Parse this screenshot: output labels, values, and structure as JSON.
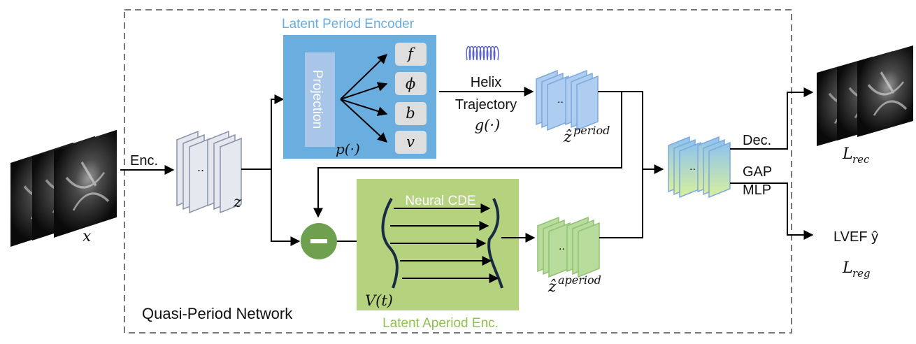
{
  "labels": {
    "input_var": "x",
    "enc": "Enc.",
    "latent_var": "z",
    "latent_period_encoder": "Latent Period Encoder",
    "projection": "Projection",
    "proj_func": "p(·)",
    "param_f": "f",
    "param_phi": "ϕ",
    "param_b": "b",
    "param_v": "v",
    "helix": "Helix",
    "trajectory": "Trajectory",
    "g_func": "g(·)",
    "z_period_hat": "ẑ",
    "period_sup": "period",
    "neural_cde": "Neural CDE",
    "vt": "V(t)",
    "latent_aperiod_enc": "Latent Aperiod Enc.",
    "z_aperiod_hat": "ẑ",
    "aperiod_sup": "aperiod",
    "dec": "Dec.",
    "gap": "GAP",
    "mlp": "MLP",
    "lvef": "LVEF ŷ",
    "l_rec_main": "L",
    "l_rec_sub": "rec",
    "l_reg_main": "L",
    "l_reg_sub": "reg",
    "network_name": "Quasi-Period Network",
    "stack_dots": ".."
  },
  "colors": {
    "period_encoder_bg": "#6aaee0",
    "projection_bar": "#a9c6e8",
    "aperiod_encoder_bg": "#b5d27e",
    "minus_circle": "#6fa04f",
    "period_text": "#6aaee0",
    "aperiod_text": "#8fc050",
    "feature_blue": "#aecdf0",
    "feature_green": "#b7dc9b",
    "feature_gray": "#e6e8ef"
  },
  "icons": {
    "helix": "helix-trajectory-icon",
    "subtract": "minus-icon"
  }
}
